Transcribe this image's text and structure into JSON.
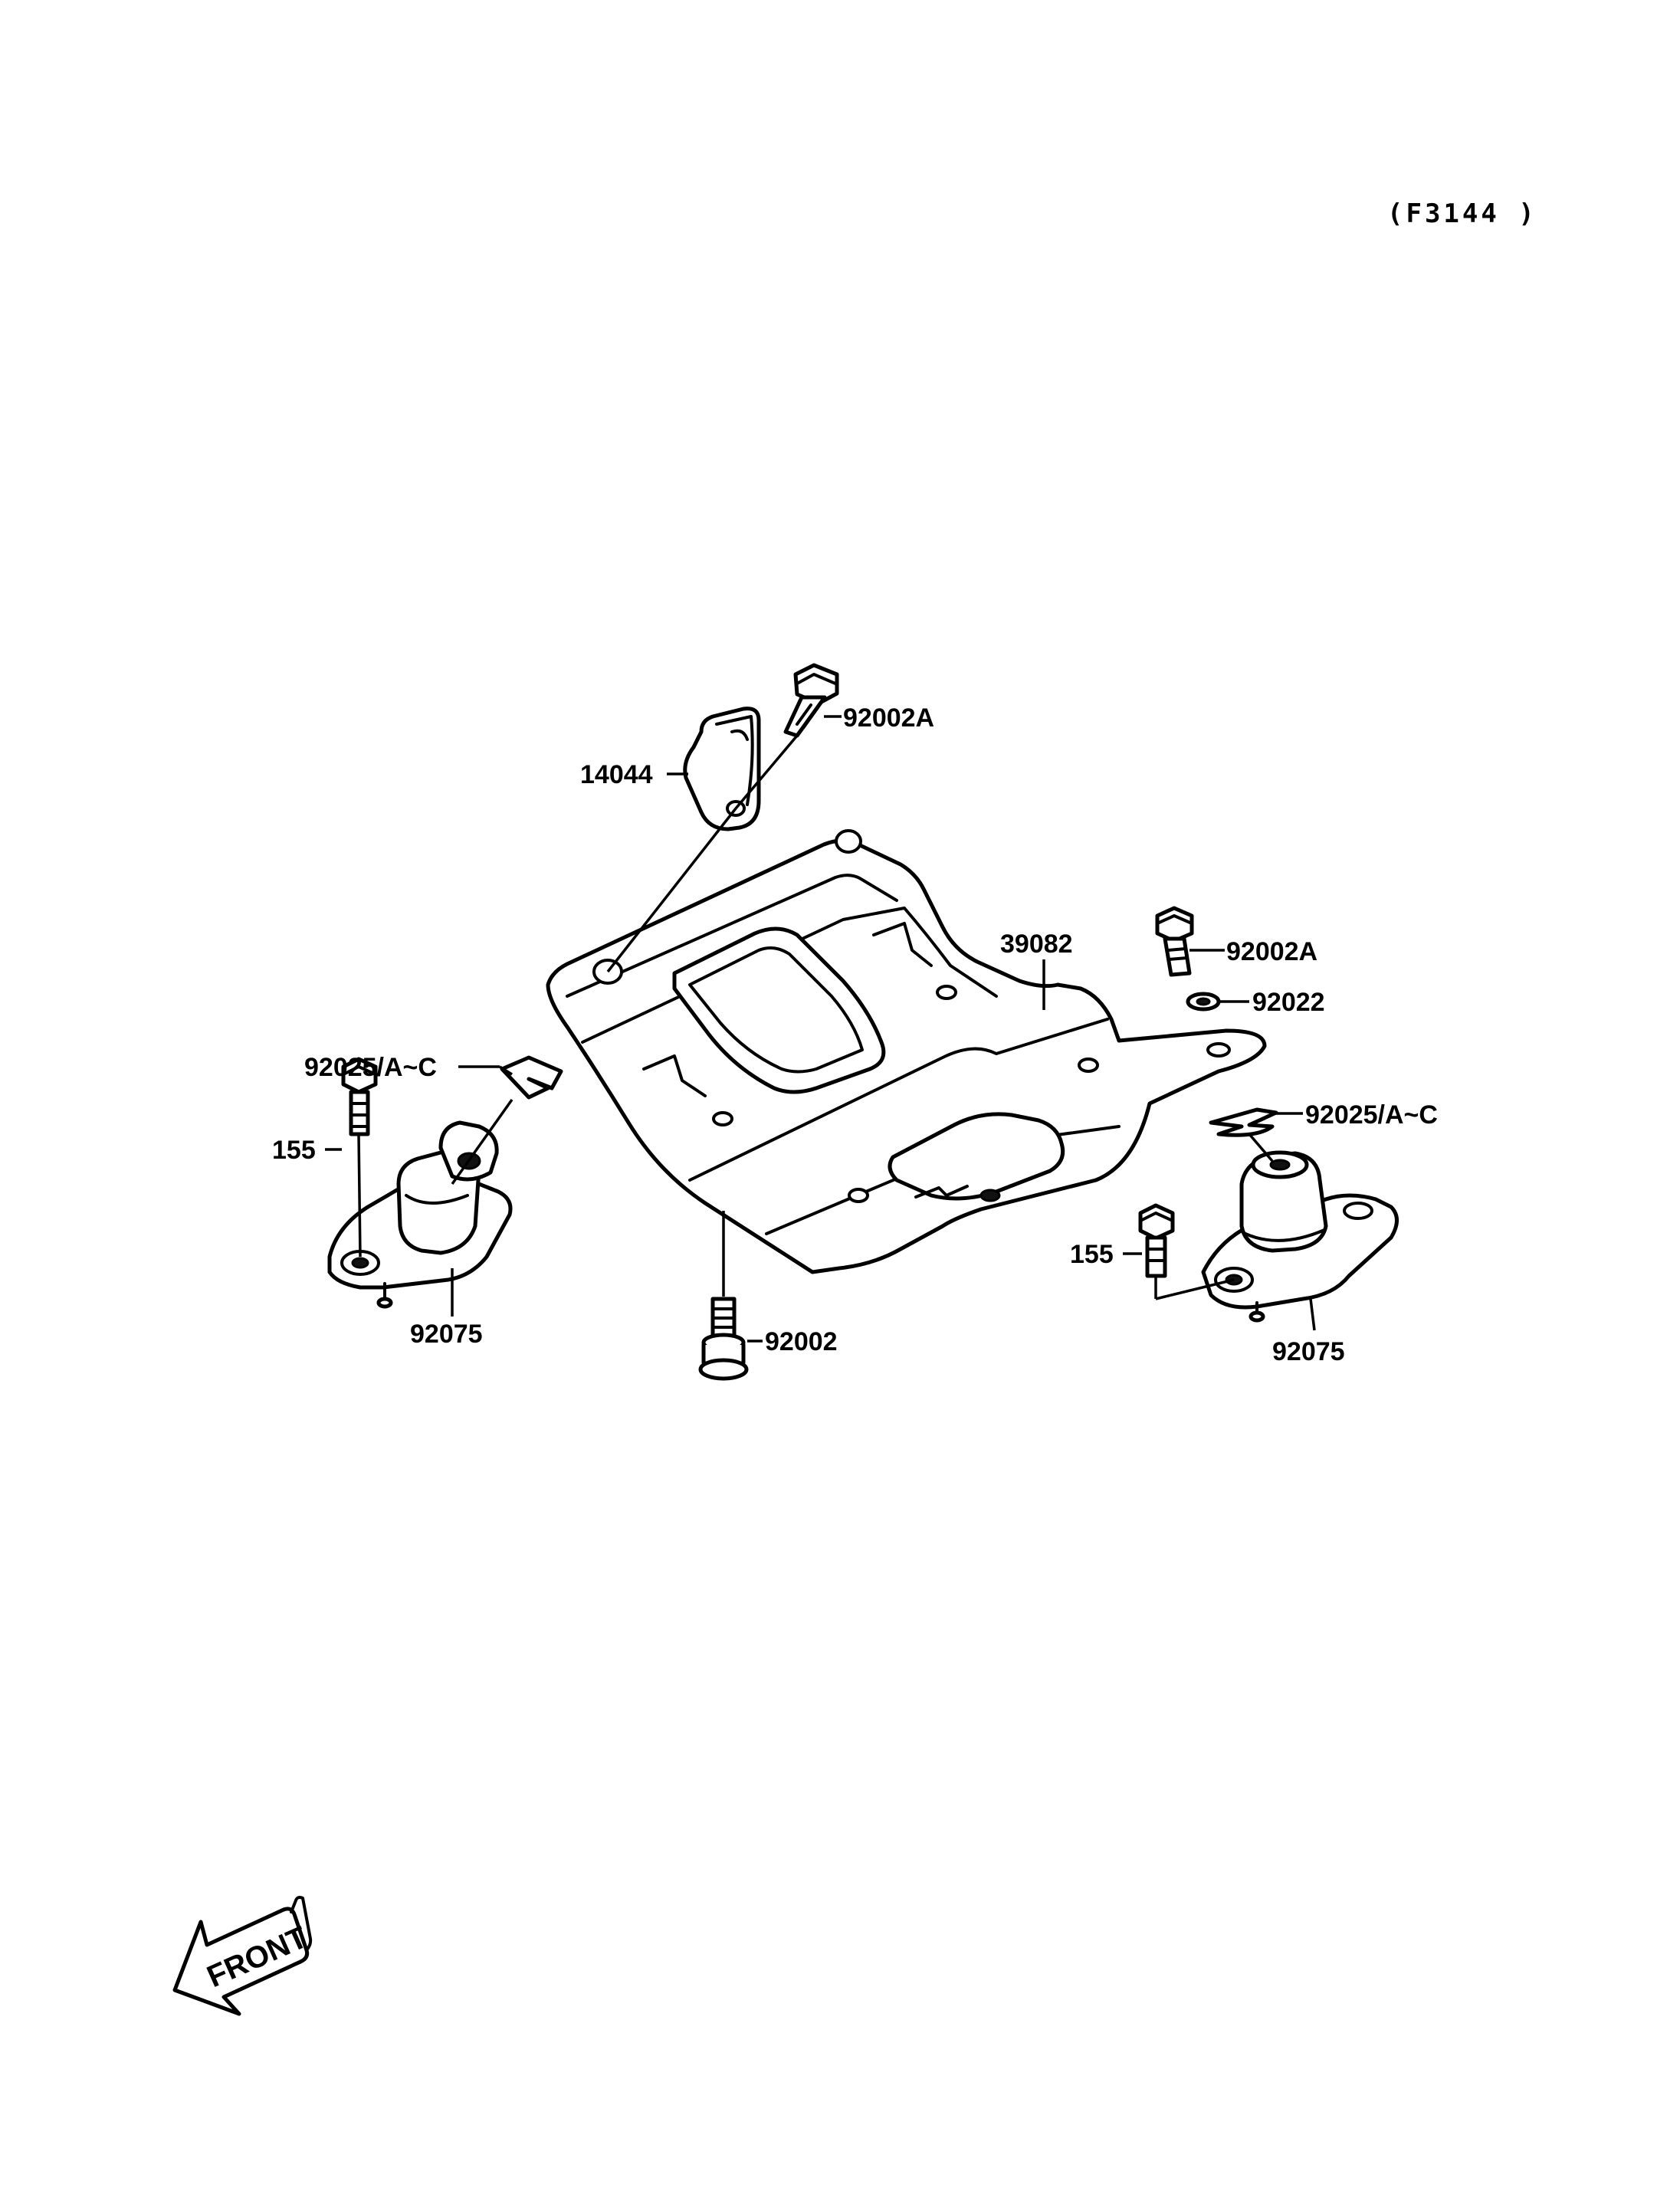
{
  "figure_code": "(F3144 )",
  "labels": {
    "bracket": "14044",
    "bolt_top": "92002A",
    "skid_plate": "39082",
    "bolt_right": "92002A",
    "washer_right": "92022",
    "clip_left": "92025/A~C",
    "clip_right": "92025/A~C",
    "bolt_155_left": "155",
    "bolt_155_right": "155",
    "mount_left": "92075",
    "mount_right": "92075",
    "bolt_bottom": "92002"
  },
  "front_label": "FRONT"
}
